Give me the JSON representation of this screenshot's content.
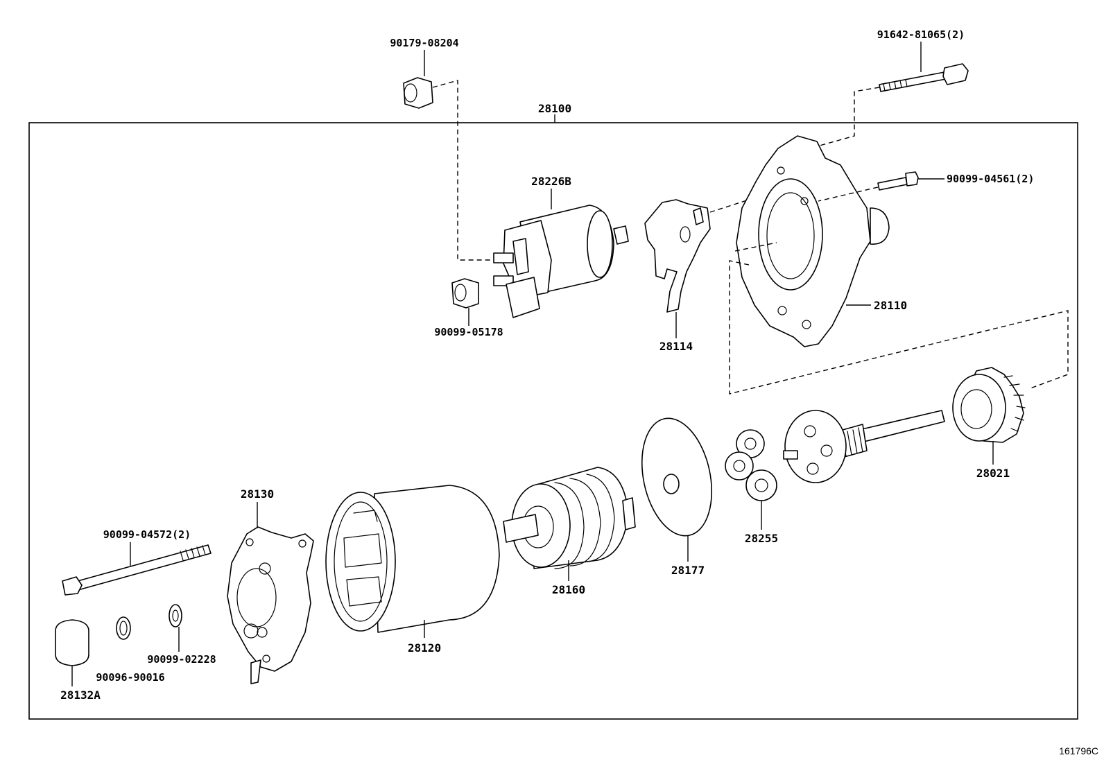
{
  "assembly_label": "28100",
  "figure_code": "161796C",
  "callouts": {
    "p90179_08204": "90179-08204",
    "p91642_81065": "91642-81065(2)",
    "p28226B": "28226B",
    "p90099_04561": "90099-04561(2)",
    "p90099_05178": "90099-05178",
    "p28114": "28114",
    "p28110": "28110",
    "p28021": "28021",
    "p28130": "28130",
    "p90099_04572": "90099-04572(2)",
    "p28160": "28160",
    "p28177": "28177",
    "p28255": "28255",
    "p28120": "28120",
    "p90099_02228": "90099-02228",
    "p90096_90016": "90096-90016",
    "p28132A": "28132A"
  }
}
